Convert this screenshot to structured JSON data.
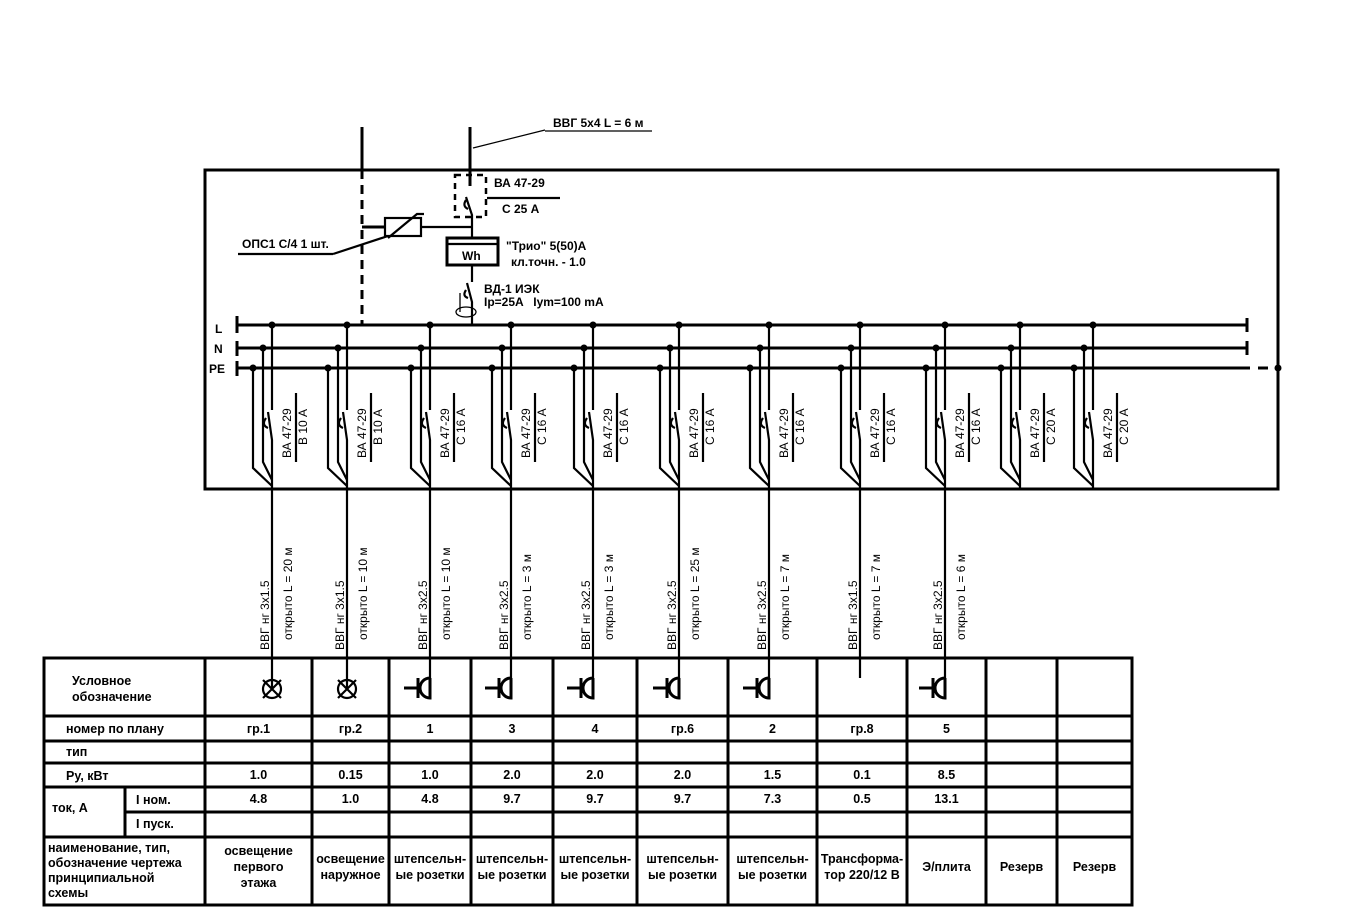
{
  "input": {
    "cable_label": "ВВГ 5х4 L = 6 м",
    "main_breaker": {
      "model": "ВА 47-29",
      "rating": "С 25 А"
    },
    "meter": {
      "symbol": "Wh",
      "name": "\"Трио\" 5(50)А",
      "accuracy": "кл.точн. - 1.0"
    },
    "rcd": {
      "model": "ВД-1 ИЭК",
      "params": "Ip=25A   Iym=100 mA"
    },
    "surge": {
      "label": "ОПС1 С/4 1 шт."
    }
  },
  "buses": {
    "L": "L",
    "N": "N",
    "PE": "PE"
  },
  "branches": [
    {
      "model": "ВА 47-29",
      "rating": "В 10 А"
    },
    {
      "model": "ВА 47-29",
      "rating": "В 10 А"
    },
    {
      "model": "ВА 47-29",
      "rating": "С 16 А"
    },
    {
      "model": "ВА 47-29",
      "rating": "С 16 А"
    },
    {
      "model": "ВА 47-29",
      "rating": "С 16 А"
    },
    {
      "model": "ВА 47-29",
      "rating": "С 16 А"
    },
    {
      "model": "ВА 47-29",
      "rating": "С 16 А"
    },
    {
      "model": "ВА 47-29",
      "rating": "С 16 А"
    },
    {
      "model": "ВА 47-29",
      "rating": "С 16 А"
    },
    {
      "model": "ВА 47-29",
      "rating": "С 20 А"
    },
    {
      "model": "ВА 47-29",
      "rating": "С 20 А"
    }
  ],
  "cables": [
    {
      "type": "ВВГ нг 3х1.5",
      "route": "открыто L = 20 м"
    },
    {
      "type": "ВВГ нг 3х1.5",
      "route": "открыто L = 10 м"
    },
    {
      "type": "ВВГ нг 3х2.5",
      "route": "открыто L = 10 м"
    },
    {
      "type": "ВВГ нг 3х2.5",
      "route": "открыто L = 3 м"
    },
    {
      "type": "ВВГ нг 3х2.5",
      "route": "открыто L = 3 м"
    },
    {
      "type": "ВВГ нг 3х2.5",
      "route": "открыто L =  25 м"
    },
    {
      "type": "ВВГ нг 3х2.5",
      "route": "открыто L = 7 м"
    },
    {
      "type": "ВВГ нг 3х1.5",
      "route": "открыто L = 7 м"
    },
    {
      "type": "ВВГ нг 3х2.5",
      "route": "открыто L = 6 м"
    }
  ],
  "table": {
    "row_labels": {
      "symbol": [
        "Условное",
        "обозначение"
      ],
      "plan_number": "номер по плану",
      "type": "тип",
      "power": "Ру, кВт",
      "current": "ток, А",
      "i_nom": "I ном.",
      "i_start": "I пуск.",
      "name": [
        "наименование, тип,",
        "обозначение чертежа",
        "принципиальной",
        "схемы"
      ]
    },
    "columns": [
      {
        "symbol": "lamp",
        "plan": "гр.1",
        "type": "",
        "power": "1.0",
        "i_nom": "4.8",
        "i_start": "",
        "name": [
          "освещение",
          "первого",
          "этажа"
        ]
      },
      {
        "symbol": "lamp",
        "plan": "гр.2",
        "type": "",
        "power": "0.15",
        "i_nom": "1.0",
        "i_start": "",
        "name": [
          "освещение",
          "наружное"
        ]
      },
      {
        "symbol": "socket",
        "plan": "1",
        "type": "",
        "power": "1.0",
        "i_nom": "4.8",
        "i_start": "",
        "name": [
          "штепсельн-",
          "ые розетки"
        ]
      },
      {
        "symbol": "socket",
        "plan": "3",
        "type": "",
        "power": "2.0",
        "i_nom": "9.7",
        "i_start": "",
        "name": [
          "штепсельн-",
          "ые розетки"
        ]
      },
      {
        "symbol": "socket",
        "plan": "4",
        "type": "",
        "power": "2.0",
        "i_nom": "9.7",
        "i_start": "",
        "name": [
          "штепсельн-",
          "ые розетки"
        ]
      },
      {
        "symbol": "socket",
        "plan": "гр.6",
        "type": "",
        "power": "2.0",
        "i_nom": "9.7",
        "i_start": "",
        "name": [
          "штепсельн-",
          "ые розетки"
        ]
      },
      {
        "symbol": "socket",
        "plan": "2",
        "type": "",
        "power": "1.5",
        "i_nom": "7.3",
        "i_start": "",
        "name": [
          "штепсельн-",
          "ые розетки"
        ]
      },
      {
        "symbol": "none",
        "plan": "гр.8",
        "type": "",
        "power": "0.1",
        "i_nom": "0.5",
        "i_start": "",
        "name": [
          "Трансформа-",
          "тор 220/12 В"
        ]
      },
      {
        "symbol": "socket",
        "plan": "5",
        "type": "",
        "power": "8.5",
        "i_nom": "13.1",
        "i_start": "",
        "name": [
          "Э/плита"
        ]
      },
      {
        "symbol": "none",
        "plan": "",
        "type": "",
        "power": "",
        "i_nom": "",
        "i_start": "",
        "name": [
          "Резерв"
        ]
      },
      {
        "symbol": "none",
        "plan": "",
        "type": "",
        "power": "",
        "i_nom": "",
        "i_start": "",
        "name": [
          "Резерв"
        ]
      }
    ]
  }
}
